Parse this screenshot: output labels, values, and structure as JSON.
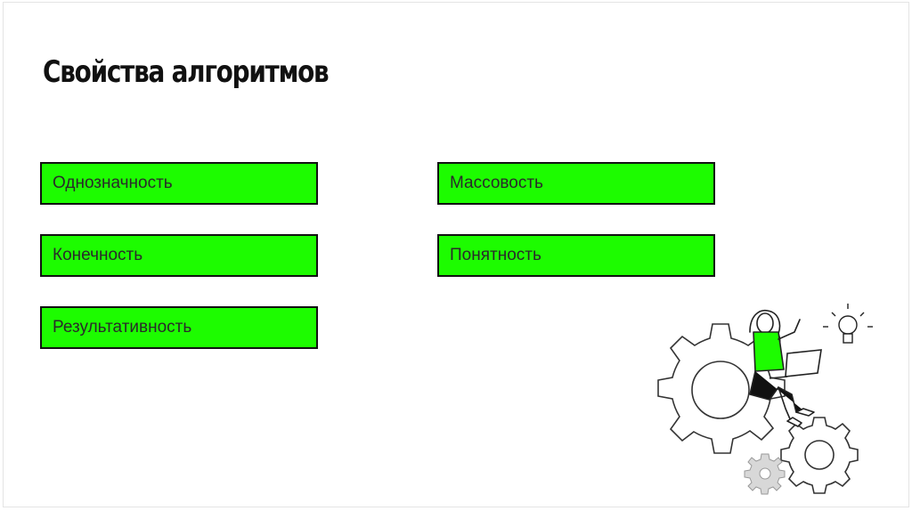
{
  "slide": {
    "title": "Свойства алгоритмов",
    "properties": [
      "Однозначность",
      "Массовость",
      "Конечность",
      "Понятность",
      "Результативность"
    ]
  },
  "colors": {
    "box_fill": "#1dfc00",
    "box_border": "#111111",
    "title": "#111111"
  },
  "icons": [
    "gear-icon",
    "lightbulb-icon",
    "laptop-icon",
    "person-figure"
  ]
}
